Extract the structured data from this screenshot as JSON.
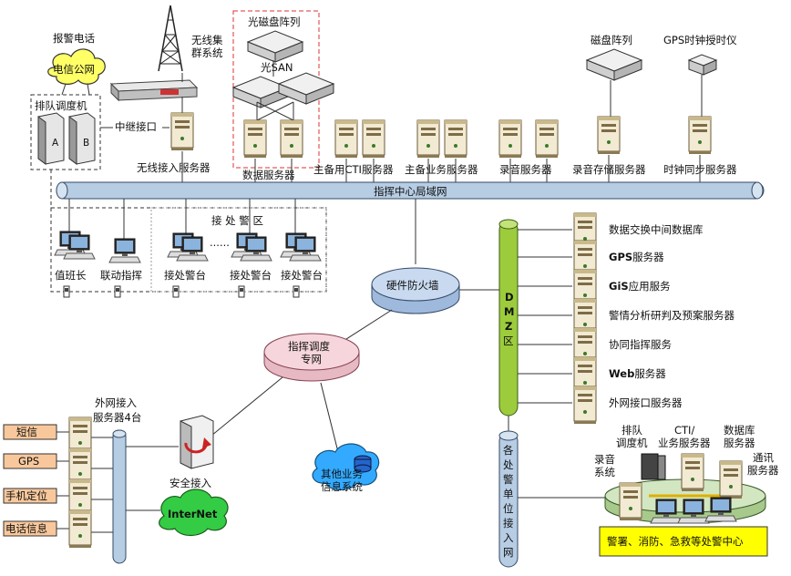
{
  "top": {
    "alarm_phone": "报警电话",
    "telecom": "电信公网",
    "queue_dispatcher": "排队调度机",
    "slot_a": "A",
    "slot_b": "B",
    "trunk_interface": "中继接口",
    "wireless_trunk_1": "无线集",
    "wireless_trunk_2": "群系统",
    "wireless_access_server": "无线接入服务器",
    "fiber_array": "光磁盘阵列",
    "fiber_san": "光SAN",
    "data_server": "数据服务器",
    "cti_server": "主备用CTI服务器",
    "business_server": "主备业务服务器",
    "record_server": "录音服务器",
    "disk_array": "磁盘阵列",
    "gps_clock": "GPS时钟授时仪",
    "record_storage_server": "录音存储服务器",
    "clock_sync_server": "时钟同步服务器"
  },
  "lan": {
    "label": "指挥中心局域网"
  },
  "police_area": {
    "title": "接 处 警 区",
    "dots": "......",
    "stations": [
      "值班长",
      "联动指挥",
      "接处警台",
      "接处警台",
      "接处警台"
    ]
  },
  "firewall": {
    "label": "硬件防火墙"
  },
  "dispatch_net": {
    "line1": "指挥调度",
    "line2": "专网"
  },
  "dmz": {
    "chars": [
      "D",
      "M",
      "Z",
      "区"
    ]
  },
  "dmz_servers": [
    {
      "label": "数据交换中间数据库",
      "bold_prefix": ""
    },
    {
      "label": "服务器",
      "bold_prefix": "GPS"
    },
    {
      "label": "应用服务",
      "bold_prefix": "GiS"
    },
    {
      "label": "警情分析研判及预案服务器",
      "bold_prefix": ""
    },
    {
      "label": "协同指挥服务",
      "bold_prefix": ""
    },
    {
      "label": "服务器",
      "bold_prefix": "Web"
    },
    {
      "label": "外网接口服务器",
      "bold_prefix": ""
    }
  ],
  "unit_access": {
    "chars": [
      "各",
      "处",
      "警",
      "单",
      "位",
      "接",
      "入",
      "网"
    ]
  },
  "external": {
    "access_label_1": "外网接入",
    "access_label_2": "服务器4台",
    "inputs": [
      "短信",
      "GPS",
      "手机定位",
      "电话信息"
    ],
    "secure_access": "安全接入",
    "internet": "InterNet",
    "other_systems_1": "其他业务",
    "other_systems_2": "信息系统"
  },
  "sub_center": {
    "queue_1": "排队",
    "queue_2": "调度机",
    "cti_1": "CTI/",
    "cti_2": "业务服务器",
    "db_1": "数据库",
    "db_2": "服务器",
    "comm_1": "通讯",
    "comm_2": "服务器",
    "rec_1": "录音",
    "rec_2": "系统",
    "caption": "警署、消防、急救等处警中心"
  },
  "colors": {
    "lan_fill": "#b7cde4",
    "dmz_fill": "#9ccc3c",
    "dispatch_fill": "#f6d6dc",
    "firewall_fill": "#c9daf0",
    "cloud_yellow": "#ffff66",
    "cloud_green": "#33cc44",
    "cloud_blue": "#33aaff",
    "input_box": "#f8c89c",
    "caption_bg": "#ffff00",
    "dashed_red": "#dd3333"
  }
}
